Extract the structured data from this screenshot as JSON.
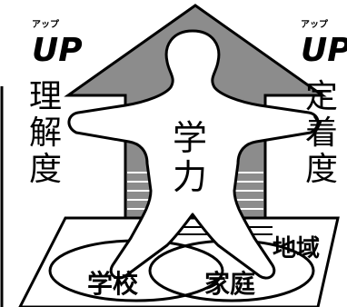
{
  "left_label": {
    "ruby": "アップ",
    "up": "UP",
    "chars": [
      "理",
      "解",
      "度"
    ]
  },
  "right_label": {
    "ruby": "アップ",
    "up": "UP",
    "chars": [
      "定",
      "着",
      "度"
    ]
  },
  "figure_chars": [
    "学",
    "力"
  ],
  "platform_label": "地域",
  "circle_labels": {
    "left": "学校",
    "right": "家庭"
  },
  "colors": {
    "arrow_fill": "#8c8c8c",
    "stroke": "#000000",
    "background": "#ffffff"
  }
}
